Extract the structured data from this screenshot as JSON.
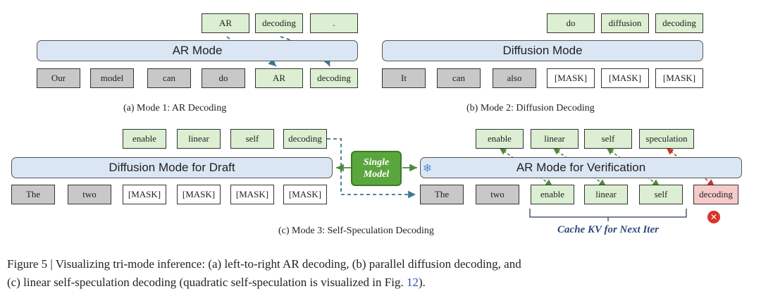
{
  "panel_a": {
    "outputs": [
      "AR",
      "decoding",
      "."
    ],
    "mode": "AR Mode",
    "inputs": [
      "Our",
      "model",
      "can",
      "do",
      "AR",
      "decoding"
    ],
    "caption": "(a) Mode 1: AR Decoding"
  },
  "panel_b": {
    "outputs": [
      "do",
      "diffusion",
      "decoding"
    ],
    "mode": "Diffusion Mode",
    "inputs": [
      "It",
      "can",
      "also",
      "[MASK]",
      "[MASK]",
      "[MASK]"
    ],
    "caption": "(b) Mode 2: Diffusion Decoding"
  },
  "panel_c": {
    "draft_outputs": [
      "enable",
      "linear",
      "self",
      "decoding"
    ],
    "draft_mode": "Diffusion Mode for Draft",
    "draft_inputs": [
      "The",
      "two",
      "[MASK]",
      "[MASK]",
      "[MASK]",
      "[MASK]"
    ],
    "model_line1": "Single",
    "model_line2": "Model",
    "verify_outputs": [
      "enable",
      "linear",
      "self",
      "speculation"
    ],
    "verify_mode": "AR Mode for Verification",
    "verify_inputs": [
      "The",
      "two",
      "enable",
      "linear",
      "self",
      "decoding"
    ],
    "cache_label": "Cache KV for Next Iter",
    "frozen_icon": "snowflake-icon",
    "reject_icon": "reject-x-icon",
    "caption": "(c) Mode 3: Self-Speculation Decoding"
  },
  "colors": {
    "green_token": "#dcefd2",
    "gray_token": "#c8c8c8",
    "red_token": "#f7caca",
    "mode_bar": "#dbe6f4",
    "model_box": "#5aa63d",
    "arrow_blue": "#3d7594",
    "arrow_green": "#4f8a3a",
    "arrow_red": "#c0392b",
    "cache_text": "#2f4a7a"
  },
  "figure_caption": {
    "line1": "Figure 5 | Visualizing tri-mode inference: (a) left-to-right AR decoding, (b) parallel diffusion decoding, and",
    "line2_pre": "(c) linear self-speculation decoding (quadratic self-speculation is visualized in Fig. ",
    "line2_ref": "12",
    "line2_post": ")."
  }
}
